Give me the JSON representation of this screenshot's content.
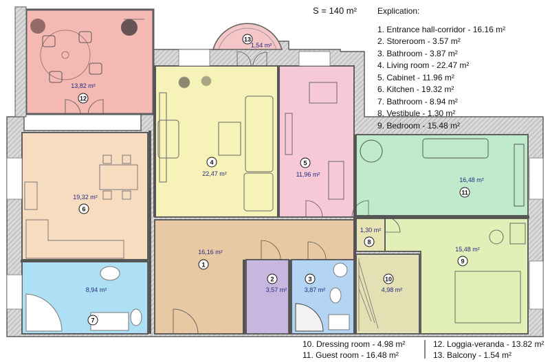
{
  "total_area": "S = 140 m²",
  "explication": {
    "title": "Explication:",
    "items": [
      "1. Entrance hall-corridor - 16.16 m²",
      "2. Storeroom - 3.57 m²",
      "3. Bathroom - 3.87 m²",
      "4. Living room - 22.47 m²",
      "5. Cabinet - 11.96 m²",
      "6. Kitchen - 19.32 m²",
      "7. Bathroom - 8.94 m²",
      "8. Vestibule - 1.30 m²",
      "9. Bedroom - 15.48 m²"
    ],
    "extra_left": [
      "10. Dressing room - 4.98 m²",
      "11. Guest room - 16.48 m²"
    ],
    "extra_right": [
      "12. Loggia-veranda - 13.82 m²",
      "13. Balcony - 1.54 m²"
    ]
  },
  "rooms": {
    "r1": {
      "num": "1",
      "area": "16,16 m²",
      "color": "#e8c9a4"
    },
    "r2": {
      "num": "2",
      "area": "3,57 m²",
      "color": "#c7b7e0"
    },
    "r3": {
      "num": "3",
      "area": "3,87 m²",
      "color": "#b3d4f2"
    },
    "r4": {
      "num": "4",
      "area": "22,47 m²",
      "color": "#f7f2b8"
    },
    "r5": {
      "num": "5",
      "area": "11,96 m²",
      "color": "#f7c9d6"
    },
    "r6": {
      "num": "6",
      "area": "19,32 m²",
      "color": "#f8dcc0"
    },
    "r7": {
      "num": "7",
      "area": "8,94 m²",
      "color": "#aee0f5"
    },
    "r8": {
      "num": "8",
      "area": "1,30 m²",
      "color": "#e9e4b4"
    },
    "r9": {
      "num": "9",
      "area": "15,48 m²",
      "color": "#e2f0b8"
    },
    "r10": {
      "num": "10",
      "area": "4,98 m²",
      "color": "#e3e0b4"
    },
    "r11": {
      "num": "11",
      "area": "16,48 m²",
      "color": "#bfeacb"
    },
    "r12": {
      "num": "12",
      "area": "13,82 m²",
      "color": "#f5b9b3"
    },
    "r13": {
      "num": "13",
      "area": "1,54 m²",
      "color": "#f5c6c8"
    }
  },
  "colors": {
    "wall": "#5e5e5e",
    "hatch": "#bdbdbd"
  }
}
